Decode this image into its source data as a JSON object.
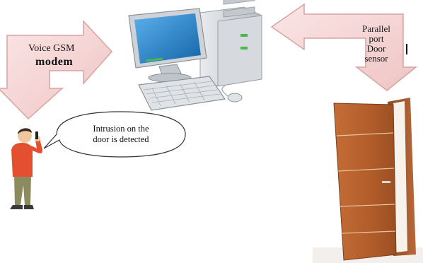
{
  "diagram": {
    "gsm_arrow": {
      "line1": "Voice GSM",
      "line2": "modem"
    },
    "door_arrow": {
      "lines": [
        "Parallel",
        "port",
        "Door",
        "sensor"
      ]
    },
    "speech_bubble": {
      "lines": [
        "Intrusion on the",
        "door is detected"
      ]
    },
    "colors": {
      "arrow_fill": "#f6d7d7",
      "arrow_stroke": "#d9a2a2",
      "monitor_screen": "#2a82c8",
      "door_wood": "#b5622f",
      "person_shirt": "#e4502f"
    },
    "icons": [
      "computer-icon",
      "person-phone-icon",
      "door-icon"
    ]
  }
}
